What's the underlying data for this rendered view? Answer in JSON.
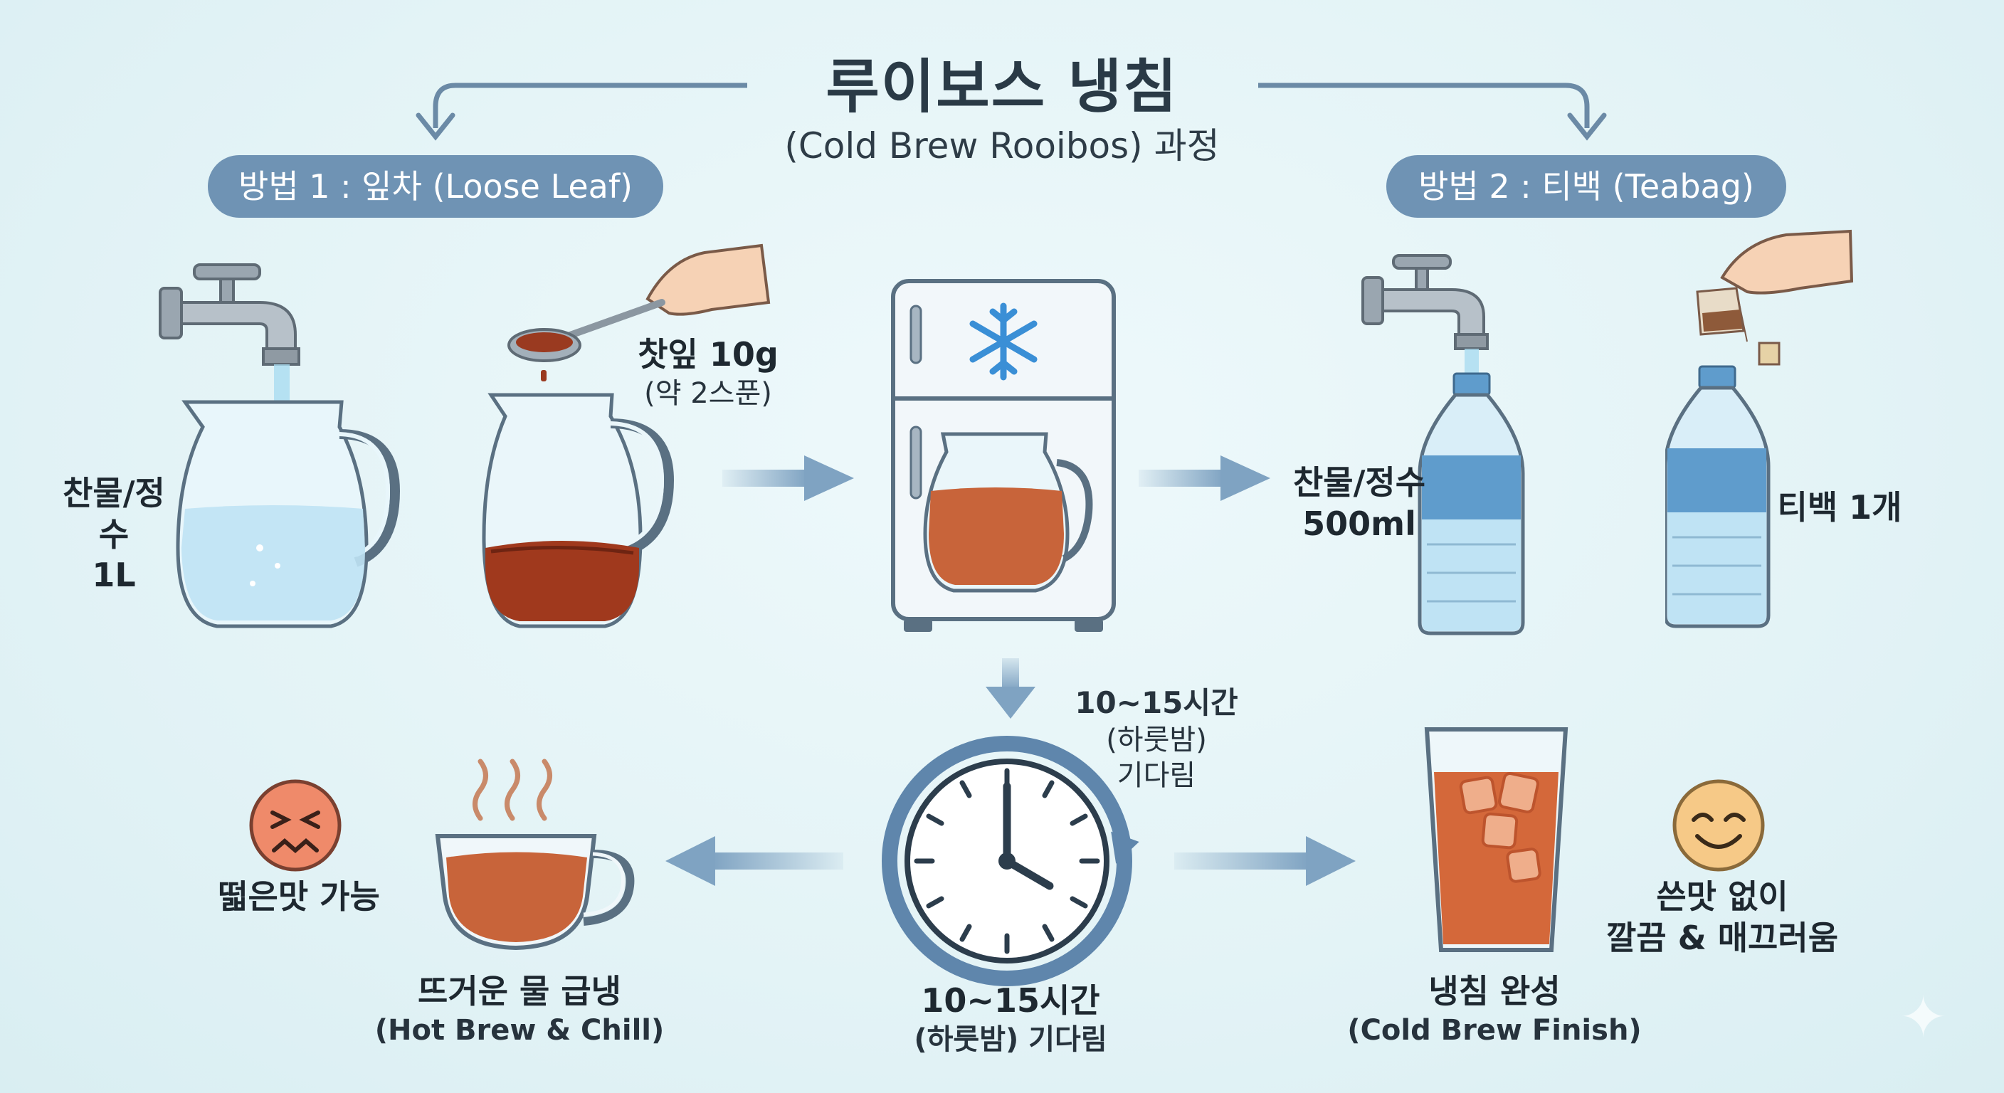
{
  "title": "루이보스 냉침",
  "subtitle": "(Cold Brew Rooibos) 과정",
  "method1": {
    "label": "방법 1 : 잎차 (Loose Leaf)",
    "water_label_1": "찬물/정수",
    "water_label_2": "1L",
    "leaf_label_1": "찻잎 10g",
    "leaf_label_2": "(약 2스푼)"
  },
  "method2": {
    "label": "방법 2 : 티백 (Teabag)",
    "water_label_1": "찬물/정수",
    "water_label_2": "500ml",
    "teabag_label": "티백 1개"
  },
  "wait_side": {
    "line1": "10~15시간",
    "line2": "(하룻밤)",
    "line3": "기다림"
  },
  "wait_bottom": {
    "line1": "10~15시간",
    "line2": "(하룻밤) 기다림"
  },
  "hot_brew": {
    "warning": "떫은맛 가능",
    "title": "뜨거운 물 급냉",
    "subtitle": "(Hot Brew & Chill)"
  },
  "cold_brew": {
    "benefit_1": "쓴맛 없이",
    "benefit_2": "깔끔 & 매끄러움",
    "title": "냉침 완성",
    "subtitle": "(Cold Brew Finish)"
  },
  "icons": [
    "water-tap-icon",
    "pitcher-icon",
    "spoon-hand-icon",
    "fridge-icon",
    "snowflake-icon",
    "bottle-icon",
    "teabag-hand-icon",
    "clock-icon",
    "steam-icon",
    "teacup-icon",
    "iced-glass-icon",
    "frown-face-icon",
    "smile-face-icon",
    "arrow-icon"
  ],
  "colors": {
    "pill": "#6f93b4",
    "arrow": "#7fa3c2",
    "tea": "#c8643a",
    "water": "#bfe3f4",
    "frown": "#ef8a6a",
    "smile": "#f6c987"
  }
}
